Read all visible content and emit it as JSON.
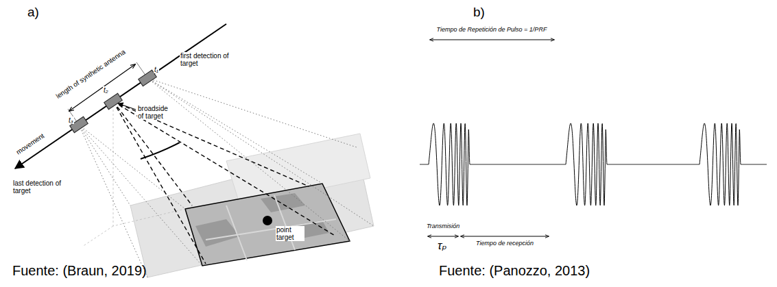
{
  "diagram": {
    "labels": [
      "a)",
      "b)",
      "length of synthetic antenna",
      "t₁",
      "t₂",
      "t₃",
      "first detection of target",
      "broadside of target",
      "last detection of target",
      "movement",
      "point target",
      "Fuente: (Braun, 2019)",
      "Tiempo de Repetición de Pulso = 1/PRF",
      "Transmisión",
      "τₚ",
      "Tiempo de recepción",
      "Fuente: (Panozzo, 2013)"
    ]
  }
}
